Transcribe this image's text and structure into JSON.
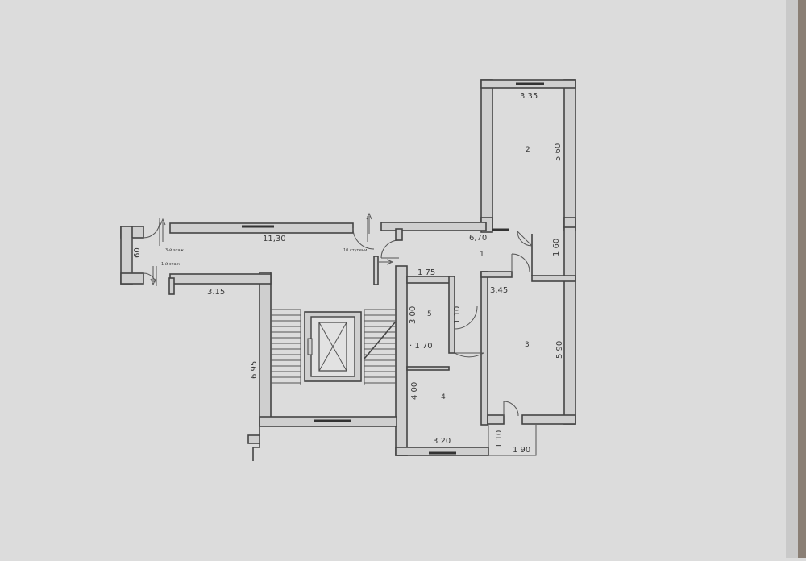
{
  "plan": {
    "paper_color": "#dcdcdc",
    "line_color": "#444444",
    "rooms": {
      "room1": "1",
      "room2": "2",
      "room3": "3",
      "room4": "4",
      "room5": "5"
    },
    "dimensions": {
      "d335": "3 35",
      "d560": "5 60",
      "d670": "6,70",
      "d160": "1 60",
      "d175": "1 75",
      "d300": "3 00",
      "d110": "1 10",
      "d170": "· 1 70",
      "d345": "3.45",
      "d590": "5 90",
      "d400": "4 00",
      "d320": "3 20",
      "d110b": "1 10",
      "d190": "1 90",
      "d1130": "11,30",
      "d315": "3.15",
      "d695": "6 95",
      "d60": "60"
    },
    "tiny_notes": {
      "n1": "3-й этаж",
      "n2": "10 ступени",
      "n3": "1-й этаж"
    }
  }
}
